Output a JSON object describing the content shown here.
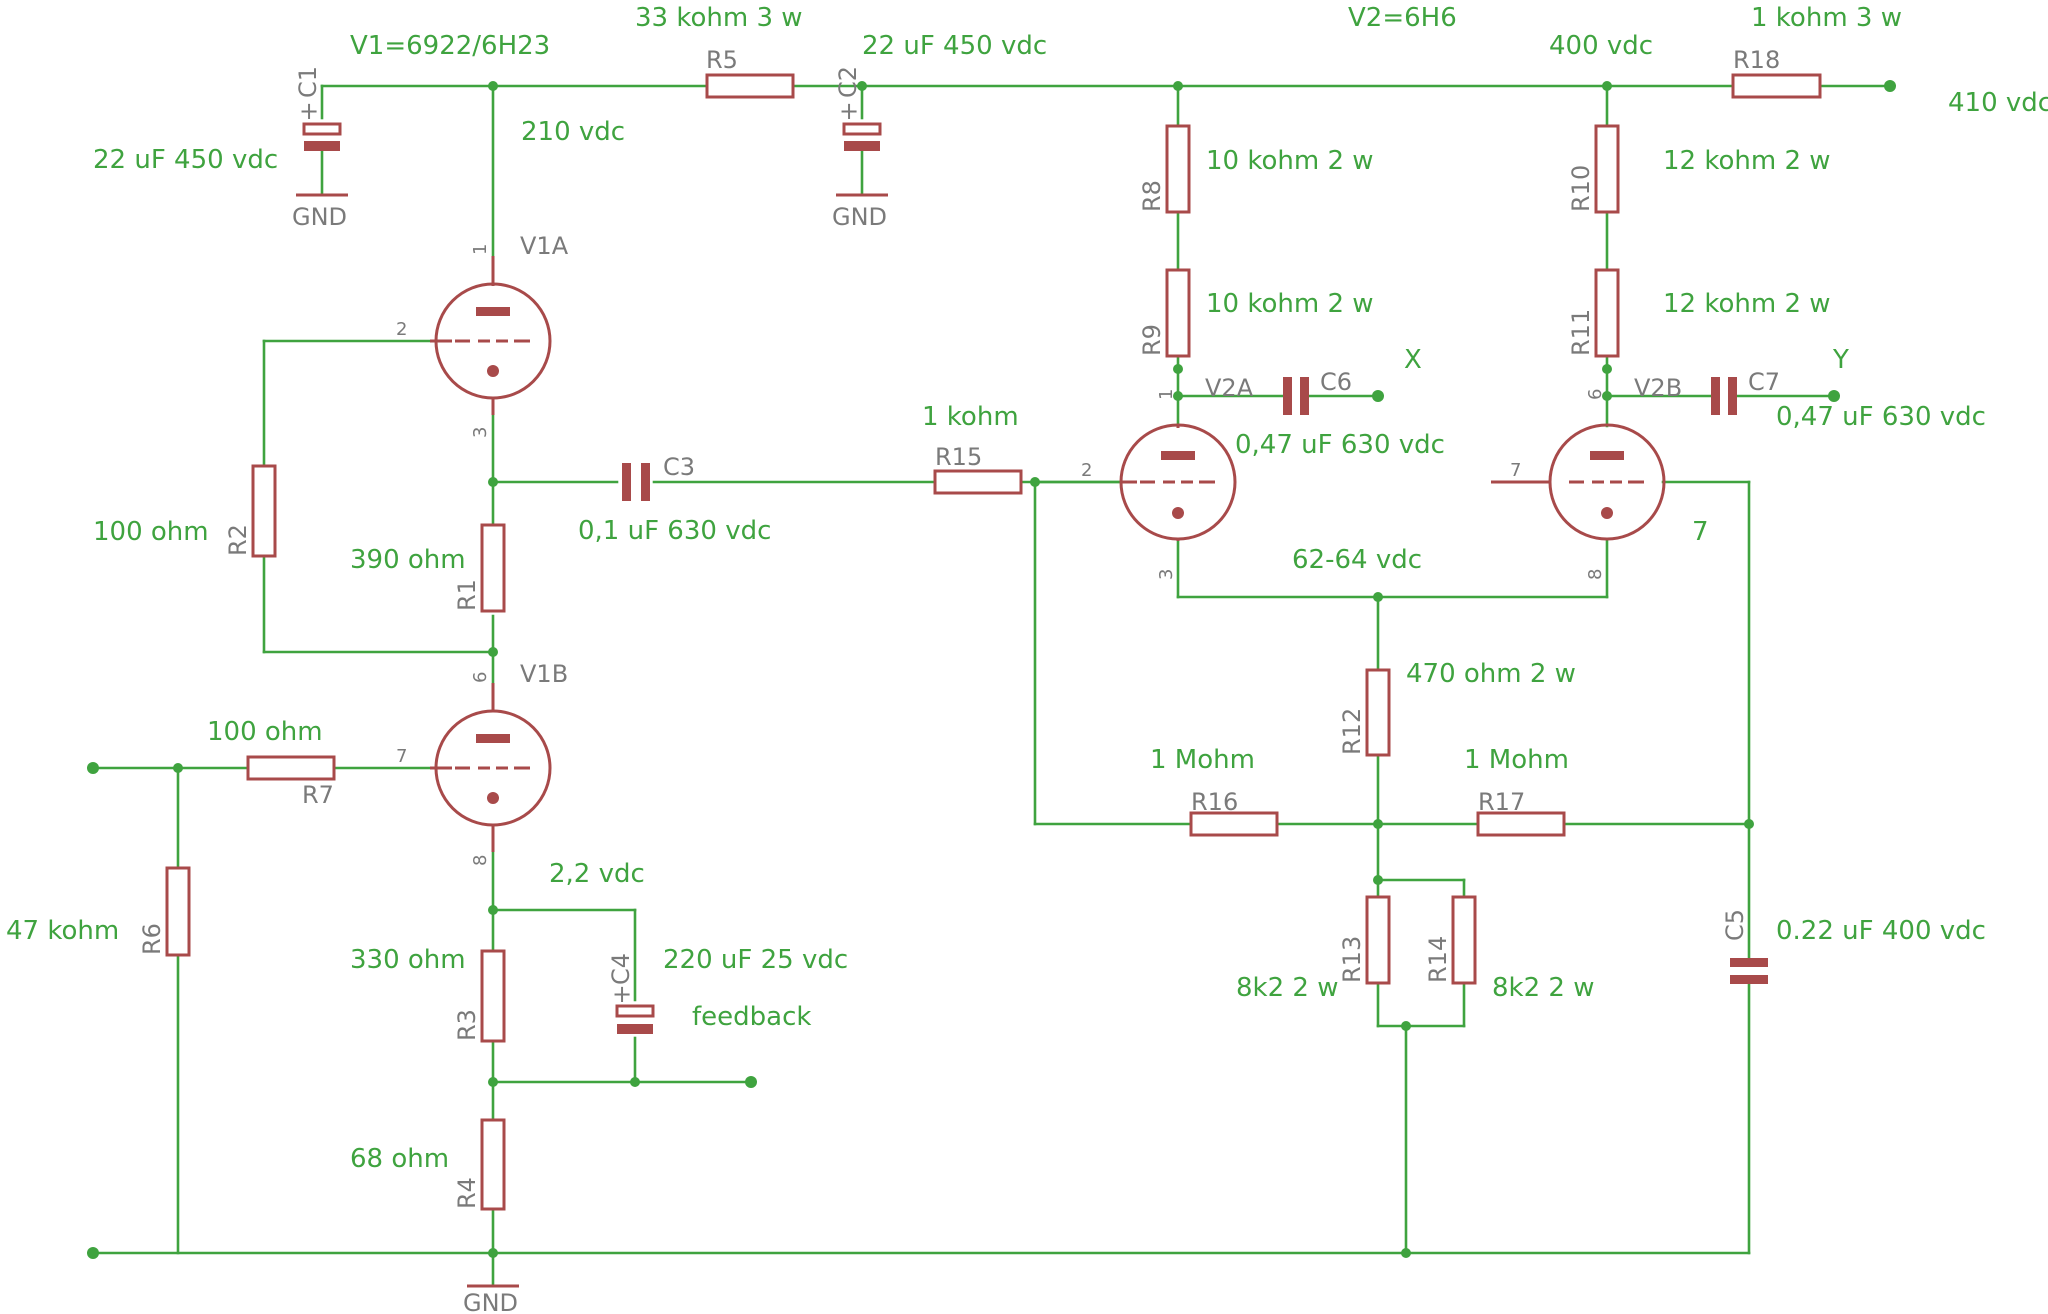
{
  "tubes": {
    "v1_type": "V1=6922/6H23",
    "v2_type": "V2=6H6",
    "v1a": "V1A",
    "v1b": "V1B",
    "v2a": "V2A",
    "v2b": "V2B"
  },
  "pins": {
    "v1a_plate": "1",
    "v1a_grid": "2",
    "v1a_cathode": "3",
    "v1b_plate": "6",
    "v1b_grid": "7",
    "v1b_cathode": "8",
    "v2a_plate": "1",
    "v2a_grid": "2",
    "v2a_cathode": "3",
    "v2b_plate": "6",
    "v2b_grid": "7",
    "v2b_cathode": "8"
  },
  "resistors": {
    "r1": {
      "ref": "R1",
      "value": "390 ohm"
    },
    "r2": {
      "ref": "R2",
      "value": "100 ohm"
    },
    "r3": {
      "ref": "R3",
      "value": "330 ohm"
    },
    "r4": {
      "ref": "R4",
      "value": "68 ohm"
    },
    "r5": {
      "ref": "R5",
      "value": "33 kohm 3 w"
    },
    "r6": {
      "ref": "R6",
      "value": "47 kohm"
    },
    "r7": {
      "ref": "R7",
      "value": "100 ohm"
    },
    "r8": {
      "ref": "R8",
      "value": "10 kohm 2 w"
    },
    "r9": {
      "ref": "R9",
      "value": "10 kohm 2 w"
    },
    "r10": {
      "ref": "R10",
      "value": "12 kohm 2 w"
    },
    "r11": {
      "ref": "R11",
      "value": "12 kohm 2 w"
    },
    "r12": {
      "ref": "R12",
      "value": "470 ohm 2 w"
    },
    "r13": {
      "ref": "R13",
      "value": "8k2 2 w"
    },
    "r14": {
      "ref": "R14",
      "value": "8k2 2 w"
    },
    "r15": {
      "ref": "R15",
      "value": "1 kohm"
    },
    "r16": {
      "ref": "R16",
      "value": "1 Mohm"
    },
    "r17": {
      "ref": "R17",
      "value": "1 Mohm"
    },
    "r18": {
      "ref": "R18",
      "value": "1 kohm 3 w"
    }
  },
  "capacitors": {
    "c1": {
      "ref": "C1",
      "value": "22 uF 450 vdc"
    },
    "c2": {
      "ref": "C2",
      "value": "22 uF 450 vdc"
    },
    "c3": {
      "ref": "C3",
      "value": "0,1 uF 630 vdc"
    },
    "c4": {
      "ref": "C4",
      "value": "220 uF 25 vdc"
    },
    "c5": {
      "ref": "C5",
      "value": "0.22 uF 400 vdc"
    },
    "c6": {
      "ref": "C6",
      "value": "0,47 uF 630 vdc"
    },
    "c7": {
      "ref": "C7",
      "value": "0,47 uF 630 vdc"
    }
  },
  "voltages": {
    "v210": "210 vdc",
    "v400": "400 vdc",
    "v410": "410 vdc",
    "v62": "62-64 vdc",
    "v22": "2,2 vdc"
  },
  "labels": {
    "gnd": "GND",
    "x": "X",
    "y": "Y",
    "seven": "7",
    "feedback": "feedback",
    "plus": "+"
  },
  "colors": {
    "wire": "#3fa33f",
    "component": "#a84a4a",
    "reference": "#7a7a7a"
  }
}
